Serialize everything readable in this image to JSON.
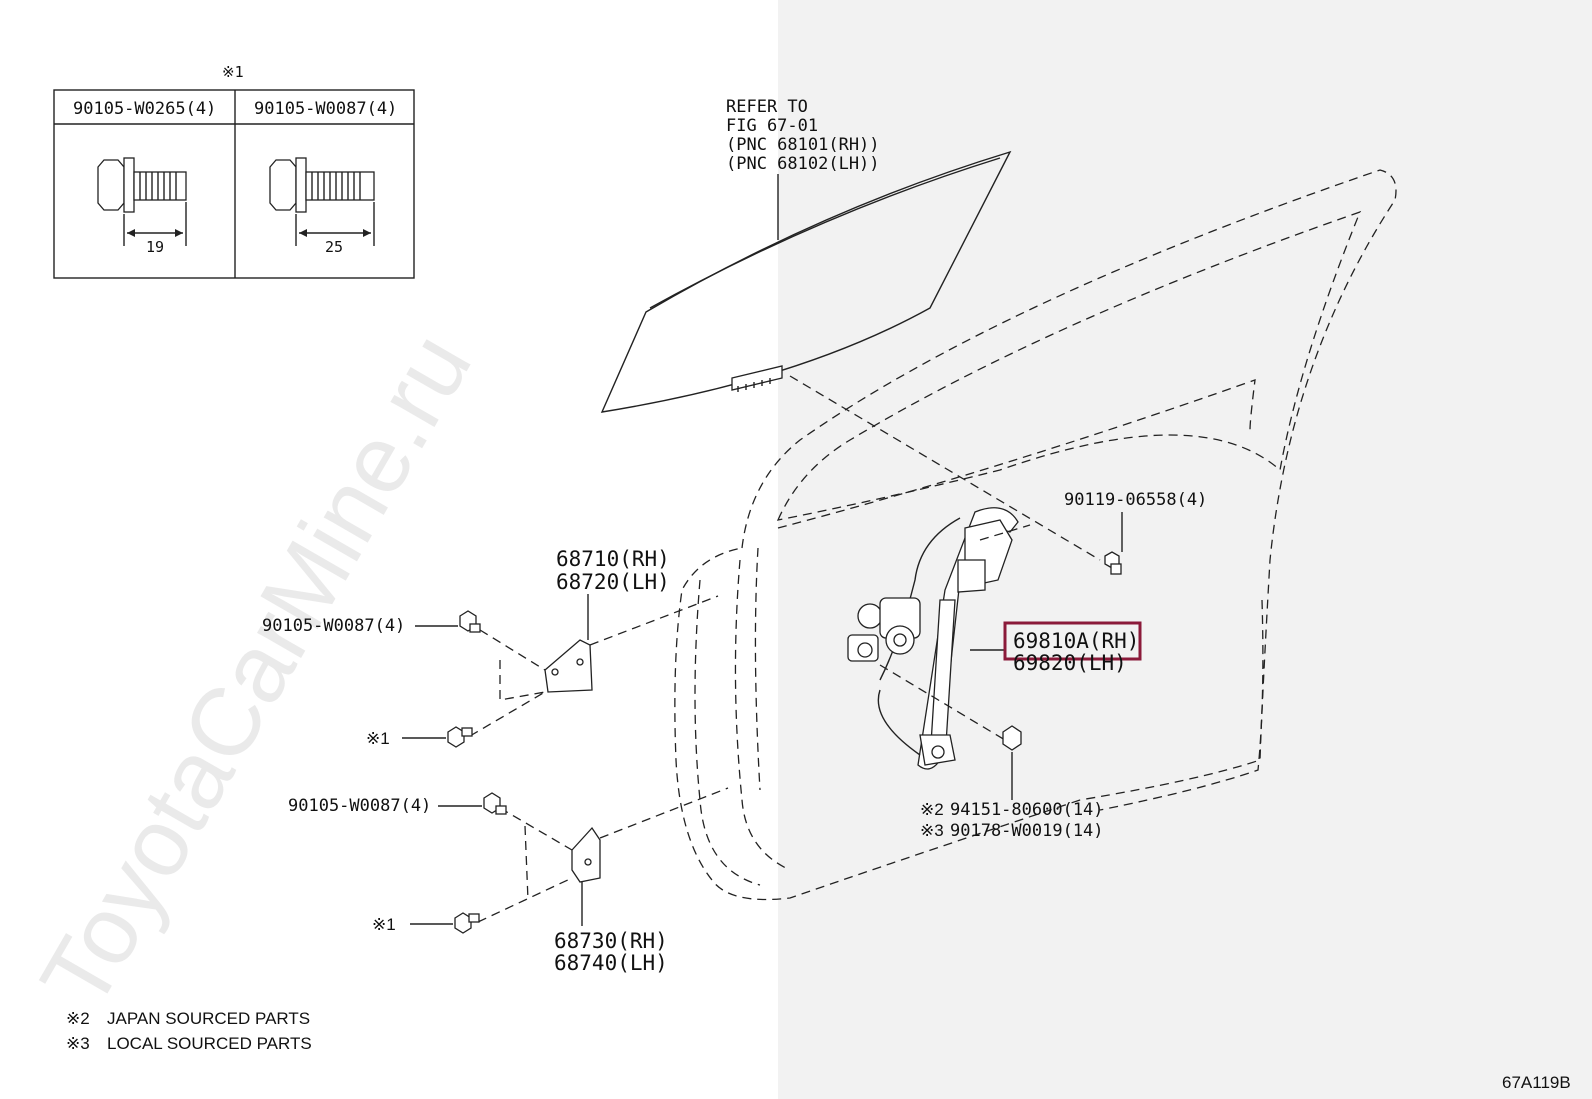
{
  "watermark": "ToyotaCarMine.ru",
  "figure_id": "67A119B",
  "bolt_table": {
    "note_mark": "※1",
    "col1": {
      "part": "90105-W0265(4)",
      "dim": "19"
    },
    "col2": {
      "part": "90105-W0087(4)",
      "dim": "25"
    }
  },
  "refer": {
    "line1": "REFER TO",
    "line2": "FIG 67-01",
    "line3": "(PNC 68101(RH))",
    "line4": "(PNC 68102(LH))"
  },
  "labels": {
    "bolt_upper_right": "90119-06558(4)",
    "regulator_rh": "69810A(RH)",
    "regulator_lh": "69820(LH)",
    "upper_hinge_rh": "68710(RH)",
    "upper_hinge_lh": "68720(LH)",
    "upper_hinge_bolt": "90105-W0087(4)",
    "upper_hinge_note": "※1",
    "lower_hinge_bolt": "90105-W0087(4)",
    "lower_hinge_note": "※1",
    "lower_hinge_rh": "68730(RH)",
    "lower_hinge_lh": "68740(LH)",
    "nut_mark2": "※2",
    "nut_part2": "94151-80600(14)",
    "nut_mark3": "※3",
    "nut_part3": "90178-W0019(14)"
  },
  "legend": [
    {
      "mark": "※2",
      "text": "JAPAN SOURCED PARTS"
    },
    {
      "mark": "※3",
      "text": "LOCAL SOURCED PARTS"
    }
  ],
  "colors": {
    "highlight_box": "#8b1a3a",
    "right_panel": "#f2f2f2",
    "ink": "#222222"
  }
}
